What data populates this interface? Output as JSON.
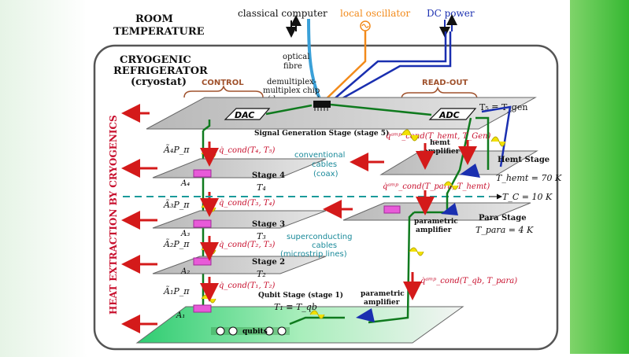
{
  "header": {
    "room_temperature": [
      "ROOM",
      "TEMPERATURE"
    ],
    "cryogenic_refrigerator": [
      "CRYOGENIC",
      "REFRIGERATOR",
      "(cryostat)"
    ]
  },
  "top_sources": {
    "classical_computer": "classical computer",
    "local_oscillator": "local oscillator",
    "dc_power": "DC power",
    "optical_fibre": [
      "optical",
      "fibre"
    ]
  },
  "chip": [
    "demultiplex-",
    "multiplex chip",
    "(demux-mux)"
  ],
  "sections": {
    "control": "CONTROL",
    "readout": "READ-OUT"
  },
  "side_label": "HEAT EXTRACTION BY CRYOGENICS",
  "devices": {
    "dac": "DAC",
    "adc": "ADC"
  },
  "stage5": {
    "name": "Signal Generation Stage (stage 5)",
    "temp": "T₅ ≡ T_gen"
  },
  "cables": {
    "conventional": [
      "conventional",
      "cables",
      "(coax)"
    ],
    "superconducting": [
      "superconducting",
      "cables",
      "(microstrip lines)"
    ]
  },
  "stages": [
    {
      "name": "Stage 4",
      "temp": "T₄",
      "heat": "q̇_cond(T₄, T₅)",
      "pi": "Ã₄P_π",
      "att": "A₄"
    },
    {
      "name": "Stage 3",
      "temp": "T₃",
      "heat": "q̇_cond(T₃, T₄)",
      "pi": "Ã₃P_π",
      "att": "A₃"
    },
    {
      "name": "Stage 2",
      "temp": "T₂",
      "heat": "q̇_cond(T₂, T₃)",
      "pi": "Ã₂P_π",
      "att": "A₂"
    },
    {
      "name": "Qubit Stage (stage 1)",
      "temp": "T₁ ≡ T_qb",
      "heat": "q̇_cond(T₁, T₂)",
      "pi": "Ã₁P_π",
      "att": "A₁"
    }
  ],
  "hemt": {
    "label": [
      "hemt",
      "amplifier"
    ],
    "stage": "Hemt Stage",
    "temp": "T_hemt = 70 K",
    "heat_gen": "q̇ᵃᵐᵖ_cond(T_hemt, T_Gen)"
  },
  "tc_line": "T_C = 10 K",
  "para": {
    "label": [
      "parametric",
      "amplifier"
    ],
    "stage": "Para Stage",
    "temp": "T_para = 4 K",
    "heat": "q̇ᵃᵐᵖ_cond(T_para, T_hemt)"
  },
  "qubit_amp": {
    "label": [
      "parametric",
      "amplifier"
    ],
    "heat": "q̇ᵃᵐᵖ_cond(T_qb, T_para)"
  },
  "qubits_label": "qubits",
  "colors": {
    "signal_green": "#0f7a1e",
    "coax_blue": "#1a2fb0",
    "oscillator_orange": "#f28a1a",
    "fibre_blue": "#3aa0d8",
    "heat_red": "#d41a1a",
    "attenuator_pink": "#e85ad8",
    "pulse_yellow": "#f2e100",
    "brand_green": "#36b832"
  }
}
